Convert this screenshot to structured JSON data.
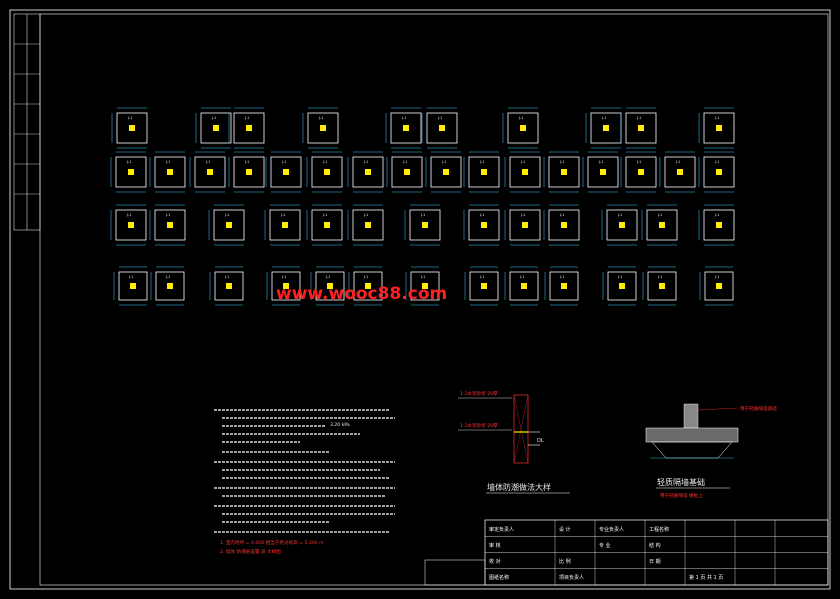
{
  "watermark": "www.wooc88.com",
  "notes_red": [
    "1. 室内地坪 = 0.000 相当于绝对标高 = 5.300 m",
    "2. 墙体 防潮层设置 详 大样图"
  ],
  "value_3": "3.20 kPa",
  "detail_damp": {
    "title": "墙体防潮做法大样",
    "label_top": "1:2水泥砂浆 20厚",
    "label_bottom": "1:2水泥砂浆 20厚",
    "dim_label": "DL"
  },
  "detail_light": {
    "title": "轻质隔墙基础",
    "subtitle": "用于轻质隔墙 楼板上",
    "annotation": "用于轻质隔墙基础"
  },
  "title_block": {
    "cells": [
      "审定负责人",
      "设 计",
      "工程名称",
      "审 核",
      "专 业",
      "结 构",
      "校 对",
      "日 期",
      "",
      "专业负责人",
      "比 例",
      "第 1 页  共 1 页",
      "项目负责人",
      "图纸名称"
    ]
  },
  "colors": {
    "background": "#000000",
    "column": "#ffee00",
    "dimension": "#39d0ff",
    "line": "#ffffff",
    "watermark": "#ff2020",
    "red_note": "#ff3030",
    "hatch": "#bbbbbb"
  },
  "footing_label": "J-1"
}
